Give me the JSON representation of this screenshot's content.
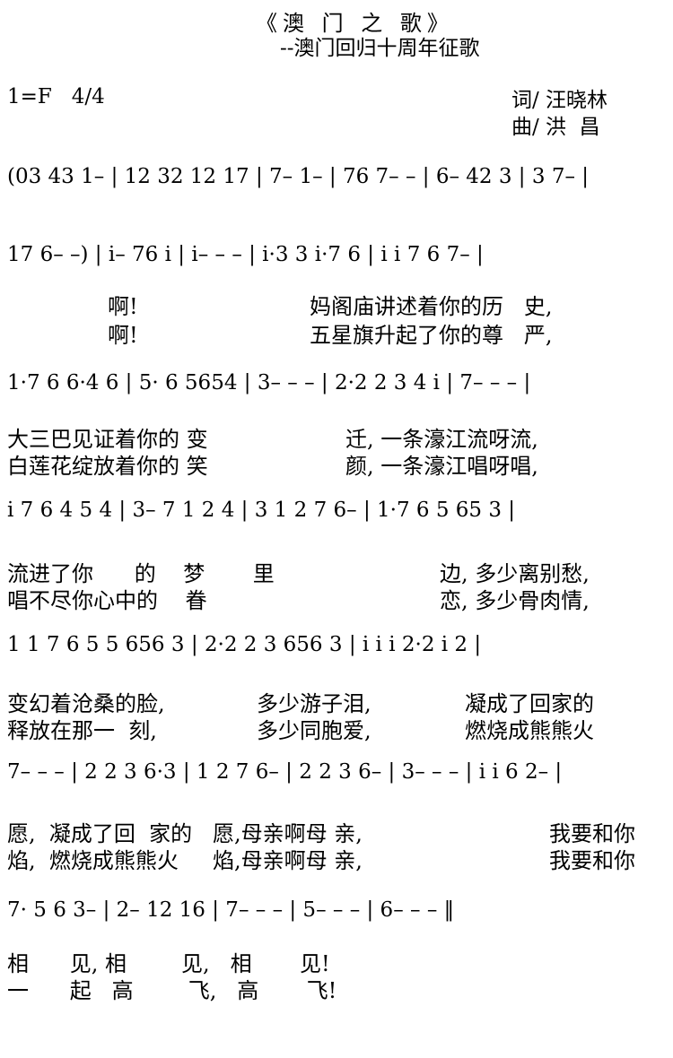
{
  "header": {
    "title": "《澳 门 之 歌》",
    "subtitle": "--澳门回归十周年征歌",
    "key": "1=F   4/4",
    "lyricist": "词/ 汪晓林",
    "composer": "曲/ 洪  昌"
  },
  "notation_lines": [
    "(03 43 1– | 12 32 12 17 | 7– 1– | 76 7– – | 6– 42 3 | 3 7– |",
    "17 6– –) | i– 76 i | i– – – | i·3 3 i·7 6 | i i 7 6 7– |",
    "1·7 6 6·4 6 | 5· 6 5654 | 3– – – | 2·2 2 3 4 i | 7– – – |",
    "i 7 6 4 5 4 | 3– 7 1 2 4 | 3 1 2 7 6– | 1·7 6 5 65 3 |",
    "1 1 7 6 5 5 656 3 | 2·2 2 3 656 3 | i i i 2·2 i 2 |",
    "7– – – | 2 2 3 6·3 | 1 2 7 6– | 2 2 3 6– | 3– – – | i i 6 2– |",
    "7· 5 6 3– | 2– 12 16 | 7– – – | 5– – – | 6– – – ‖"
  ],
  "lyrics": [
    {
      "left": "啊!",
      "right": "妈阁庙讲述着你的历   史,"
    },
    {
      "left": "啊!",
      "right": "五星旗升起了你的尊   严,"
    },
    {
      "left": "大三巴见证着你的 变",
      "right": "迁, 一条濠江流呀流,"
    },
    {
      "left": "白莲花绽放着你的 笑",
      "right": "颜, 一条濠江唱呀唱,"
    },
    {
      "left": "流进了你      的    梦       里",
      "right": "边, 多少离别愁,"
    },
    {
      "left": "唱不尽你心中的    眷",
      "right": "恋, 多少骨肉情,"
    },
    {
      "left": "变幻着沧桑的脸,",
      "mid": "多少游子泪,",
      "right": "凝成了回家的"
    },
    {
      "left": "释放在那一  刻,",
      "mid": "多少同胞爱,",
      "right": "燃烧成熊熊火"
    },
    {
      "left": "愿,  凝成了回  家的   愿,母亲啊母 亲,",
      "right": "我要和你"
    },
    {
      "left": "焰,  燃烧成熊熊火     焰,母亲啊母 亲,",
      "right": "我要和你"
    },
    {
      "left": "相      见, 相        见,   相       见!"
    },
    {
      "left": "一      起   高        飞,   高       飞!"
    }
  ]
}
